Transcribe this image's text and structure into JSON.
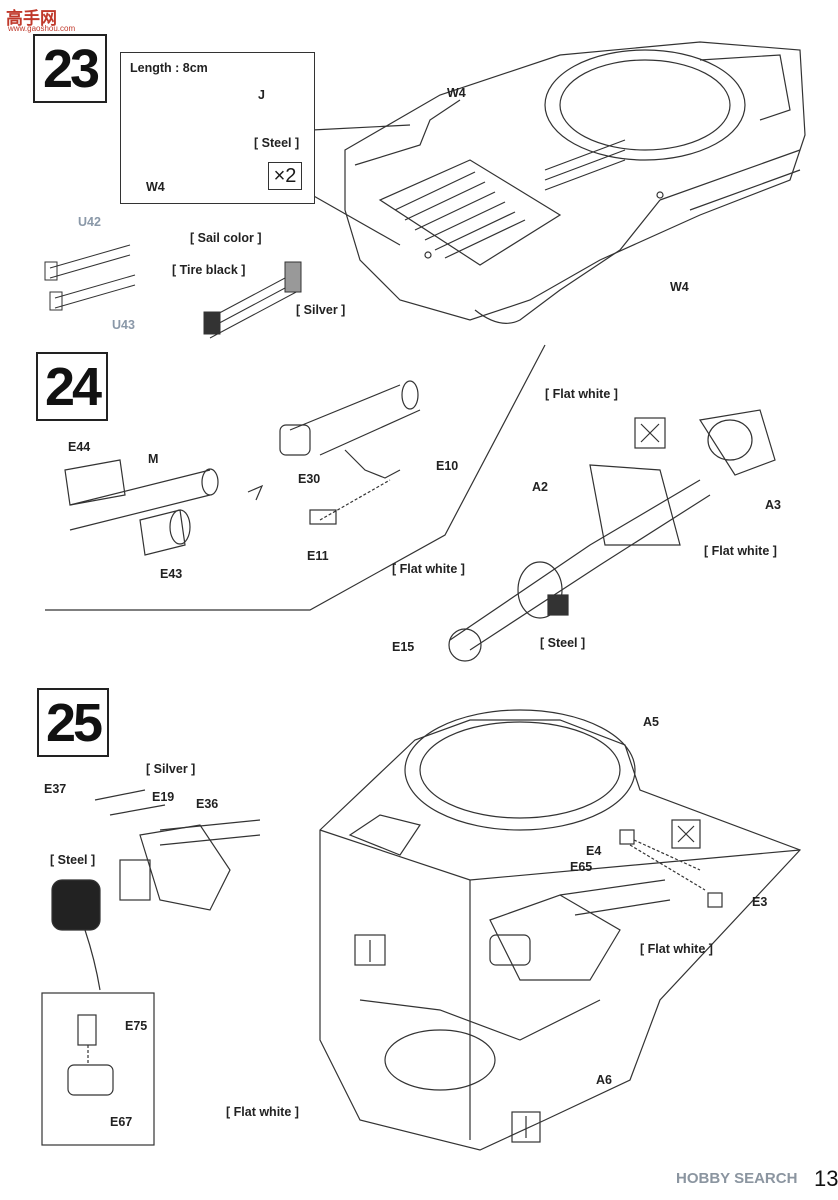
{
  "watermark_top": {
    "name": "高手网",
    "url": "www.gaoshou.com"
  },
  "watermark_bottom": "HOBBY SEARCH",
  "page_number": "13",
  "steps": {
    "s23": {
      "number": "23",
      "inset_length": "Length : 8cm",
      "inset_part": "J",
      "inset_steel": "[ Steel ]",
      "inset_w4": "W4",
      "inset_qty": "×2",
      "w4_top": "W4",
      "w4_right": "W4",
      "u42": "U42",
      "u43": "U43",
      "sail": "[ Sail color ]",
      "tire": "[ Tire black ]",
      "silver": "[ Silver ]"
    },
    "s24": {
      "number": "24",
      "e44": "E44",
      "m": "M",
      "e43": "E43",
      "e30": "E30",
      "e10": "E10",
      "e11": "E11",
      "flat_top": "[ Flat white ]",
      "a2": "A2",
      "a3": "A3",
      "flat_right": "[ Flat white ]",
      "flat_left": "[ Flat white ]",
      "e15": "E15",
      "steel": "[ Steel ]"
    },
    "s25": {
      "number": "25",
      "silver": "[ Silver ]",
      "e37": "E37",
      "e19": "E19",
      "e36": "E36",
      "steel": "[ Steel ]",
      "e75": "E75",
      "e67": "E67",
      "a5": "A5",
      "e4": "E4",
      "e65": "E65",
      "e3": "E3",
      "flat_right": "[ Flat white ]",
      "a6": "A6",
      "flat_bottom": "[ Flat white ]"
    }
  }
}
